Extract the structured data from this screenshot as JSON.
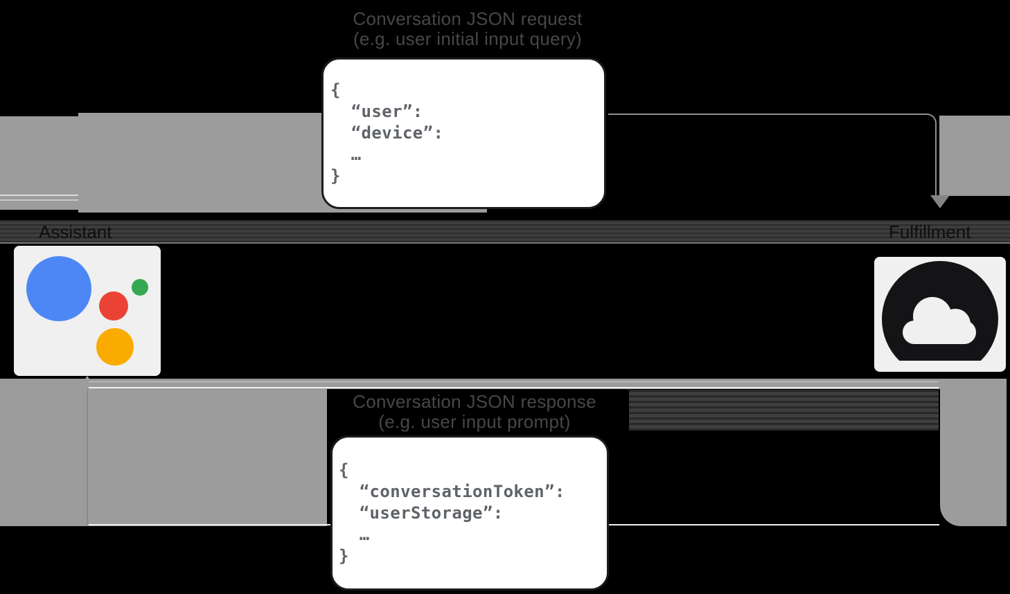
{
  "request_flow": {
    "title_line1": "Conversation JSON request",
    "title_line2": "(e.g. user initial input query)",
    "payload_code": "{\n  “user”:\n  “device”:\n  …\n}"
  },
  "response_flow": {
    "title_line1": "Conversation JSON response",
    "title_line2": "(e.g. user input prompt)",
    "payload_code": "{\n  “conversationToken”:\n  “userStorage”:\n  …\n}"
  },
  "entities": {
    "assistant": {
      "label": "Assistant",
      "icon": "google-assistant-logo"
    },
    "fulfillment": {
      "label": "Fulfillment",
      "icon": "cloud-icon"
    }
  },
  "colors": {
    "background": "#000000",
    "ribbon_gray": "#9c9c9c",
    "band_gray": "#3d3d3d",
    "card_background": "#f0f0f0",
    "box_border": "#1c1c1c",
    "code_text": "#5f6368",
    "title_text": "#474747",
    "assistant_blue": "#4d87f5",
    "assistant_red": "#ea4335",
    "assistant_green": "#34a853",
    "assistant_yellow": "#f9ab00",
    "cloud_circle_dark": "#141416"
  }
}
